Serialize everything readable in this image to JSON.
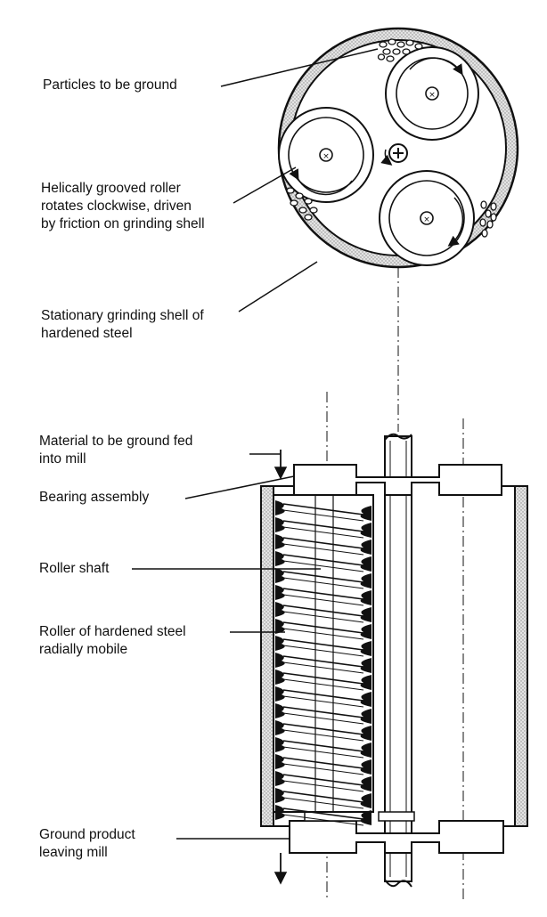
{
  "labels": {
    "particles": "Particles to be ground",
    "roller_helical": [
      "Helically grooved roller",
      "rotates clockwise, driven",
      "by friction on grinding shell"
    ],
    "shell": [
      "Stationary grinding shell of",
      "hardened steel"
    ],
    "material_fed": [
      "Material to be ground fed",
      "into mill"
    ],
    "bearing": "Bearing assembly",
    "roller_shaft": "Roller shaft",
    "roller_steel": [
      "Roller of hardened steel",
      "radially mobile"
    ],
    "ground_product": [
      "Ground product",
      "leaving mill"
    ]
  },
  "colors": {
    "ink": "#111111",
    "shell_fill": "#d6d6d6",
    "background": "#ffffff"
  }
}
